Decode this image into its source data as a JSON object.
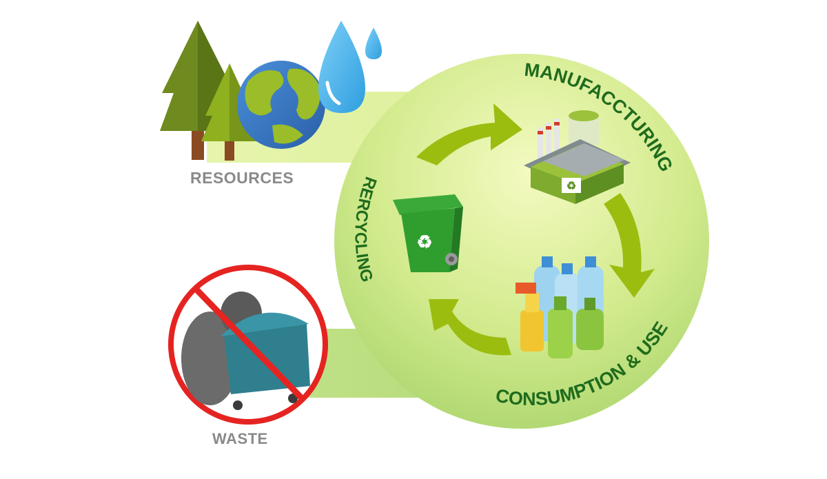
{
  "labels": {
    "resources": "RESOURCES",
    "waste": "WASTE",
    "manufacturing": "MANUFACCTURING",
    "consumption": "CONSUMPTION & USE",
    "recycling": "RERCYCLING"
  },
  "colors": {
    "circle_light": "#eef7b4",
    "circle_dark": "#a6d36a",
    "arrow": "#9bbd10",
    "label_green": "#1f6b1e",
    "grey_text": "#8a8a8a",
    "ban_red": "#e52421",
    "bin_green": "#2f9e2f",
    "dumpster_teal": "#2f7f8f"
  },
  "icons": {
    "resources": [
      "tree-icon",
      "earth-globe-icon",
      "water-drop-icon"
    ],
    "manufacturing": "factory-icon",
    "consumption": "plastic-bottles-icon",
    "recycling": "recycling-bin-icon",
    "waste": "no-waste-dumpster-icon"
  }
}
